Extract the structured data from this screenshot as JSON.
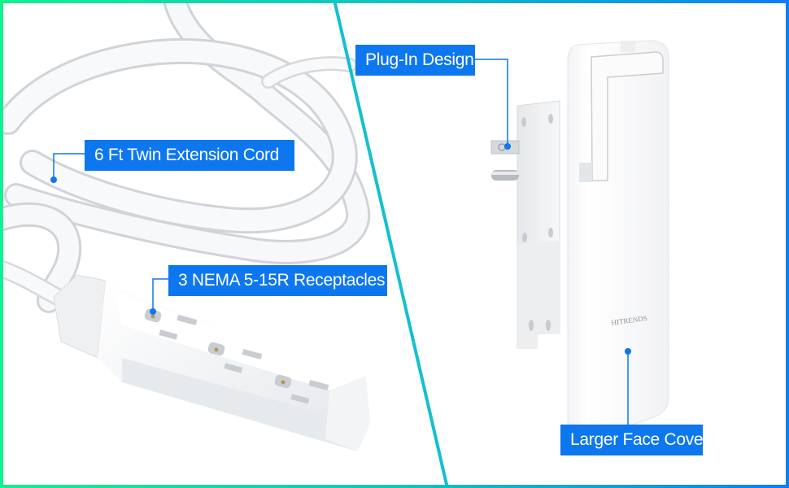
{
  "callouts": {
    "cord": {
      "text": "6 Ft Twin Extension Cord"
    },
    "receptacles": {
      "text": "3 NEMA 5-15R Receptacles"
    },
    "plug": {
      "text": "Plug-In Design"
    },
    "face_cover": {
      "text": "Larger Face Cove"
    }
  },
  "brand": {
    "logo_text": "HITRENDS"
  },
  "colors": {
    "callout_blue": "#0d77f0",
    "border_green": "#13f08f",
    "border_teal": "#12c6c0",
    "border_blue": "#0a7ff5",
    "divider": "#14bfd0"
  },
  "panels": {
    "left": {
      "subject": "white 3-outlet extension cord, coiled"
    },
    "right": {
      "subject": "flat plug with face cover"
    }
  }
}
